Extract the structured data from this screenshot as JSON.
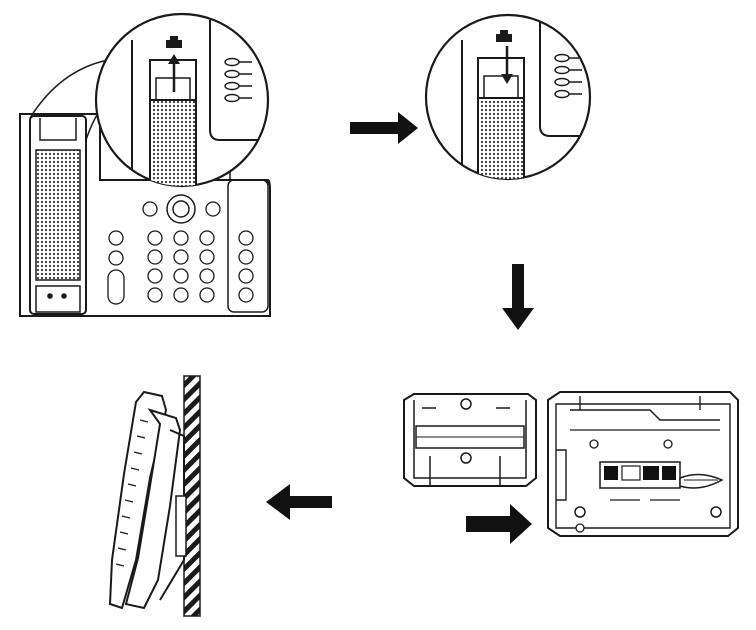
{
  "diagram": {
    "description_text": "",
    "colors": {
      "stroke": "#1a1a1a",
      "fill_dark": "#111111",
      "fill_light": "#ffffff",
      "hatch": "#222222"
    },
    "steps": [
      {
        "id": "step-1",
        "icon": "phone-front-with-zoomed-hook-tab-up-arrow"
      },
      {
        "id": "step-2",
        "icon": "zoomed-hook-tab-down-arrow"
      },
      {
        "id": "step-3",
        "icon": "wall-bracket-and-phone-back"
      },
      {
        "id": "step-4",
        "icon": "phone-mounted-on-wall-side-view"
      }
    ],
    "arrows": [
      {
        "id": "arrow-right",
        "direction": "right"
      },
      {
        "id": "arrow-down",
        "direction": "down"
      },
      {
        "id": "arrow-right-2",
        "direction": "right"
      },
      {
        "id": "arrow-left",
        "direction": "left"
      }
    ]
  }
}
